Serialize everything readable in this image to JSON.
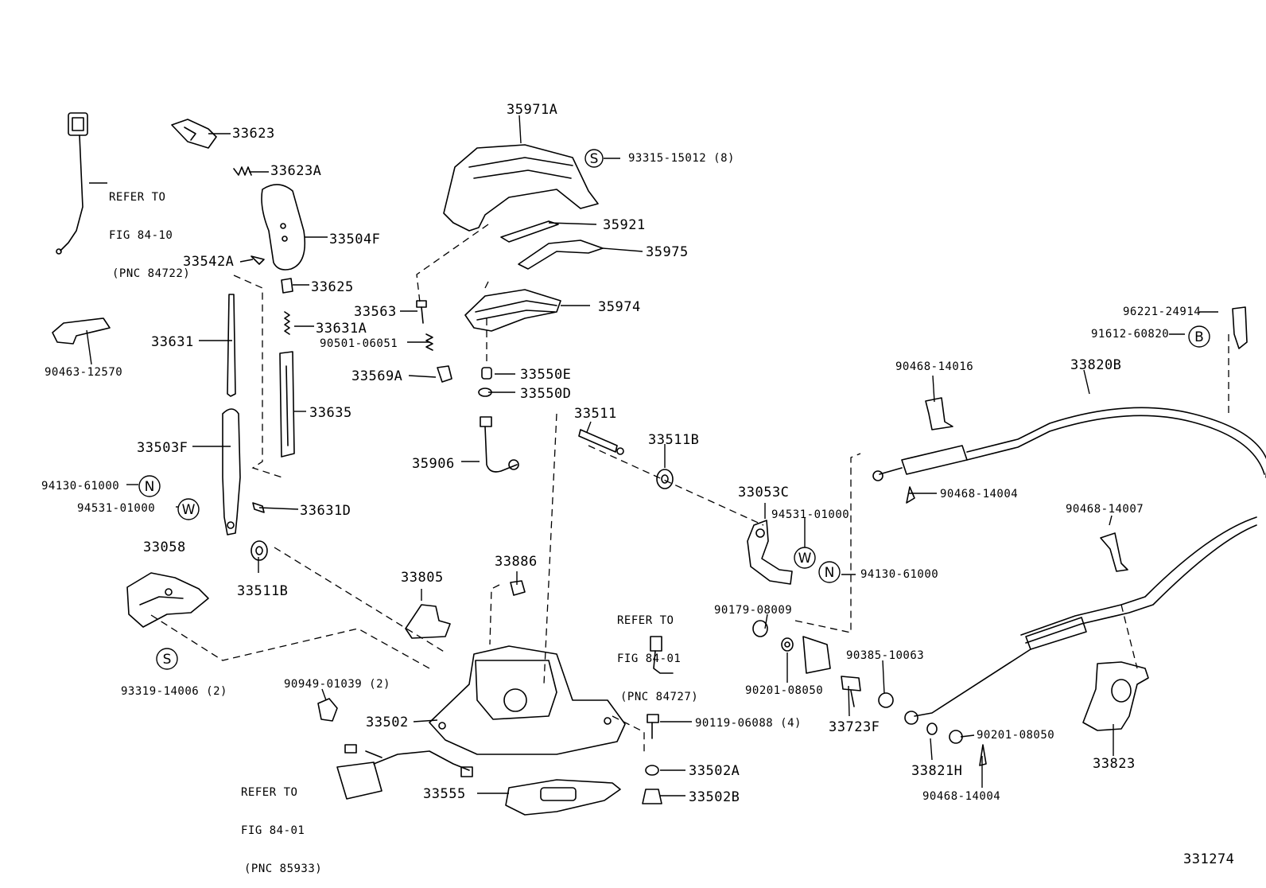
{
  "labels": {
    "p33623": "33623",
    "p33623A": "33623A",
    "p33504F": "33504F",
    "p33542A": "33542A",
    "p33625": "33625",
    "p33631A": "33631A",
    "p33631": "33631",
    "p90501_06051": "90501-06051",
    "p33635": "33635",
    "p33503F": "33503F",
    "p94130_61000_l": "94130-61000",
    "p94531_01000_l": "94531-01000",
    "p33631D": "33631D",
    "p33058": "33058",
    "p33511B_l": "33511B",
    "p93319_14006": "93319-14006 (2)",
    "p90463_12570": "90463-12570",
    "p35971A": "35971A",
    "p93315_15012": "93315-15012 (8)",
    "p35921": "35921",
    "p35975": "35975",
    "p33563": "33563",
    "p35974": "35974",
    "p33569A": "33569A",
    "p33550E": "33550E",
    "p33550D": "33550D",
    "p35906": "35906",
    "p33511": "33511",
    "p33511B_r": "33511B",
    "p33053C": "33053C",
    "p94531_01000_r": "94531-01000",
    "p94130_61000_r": "94130-61000",
    "p90179_08009": "90179-08009",
    "p90201_08050_a": "90201-08050",
    "p33886": "33886",
    "p33805": "33805",
    "p90949_01039": "90949-01039 (2)",
    "p33502": "33502",
    "p90119_06088": "90119-06088 (4)",
    "p33502A": "33502A",
    "p33555": "33555",
    "p33502B": "33502B",
    "p90385_10063": "90385-10063",
    "p33723F": "33723F",
    "p33821H": "33821H",
    "p90201_08050_b": "90201-08050",
    "p90468_14004_b": "90468-14004",
    "p33823": "33823",
    "p90468_14016": "90468-14016",
    "p33820B": "33820B",
    "p96221_24914": "96221-24914",
    "p91612_60820": "91612-60820",
    "p90468_14004_a": "90468-14004",
    "p90468_14007": "90468-14007",
    "figure_number": "331274"
  },
  "references": {
    "ref1": [
      "REFER TO",
      "FIG 84-10",
      "(PNC 84722)"
    ],
    "ref2": [
      "REFER TO",
      "FIG 84-01",
      "(PNC 84727)"
    ],
    "ref3": [
      "REFER TO",
      "FIG 84-01",
      "(PNC 85933)"
    ]
  },
  "symbols": {
    "S": "S",
    "N": "N",
    "W": "W",
    "B": "B"
  }
}
